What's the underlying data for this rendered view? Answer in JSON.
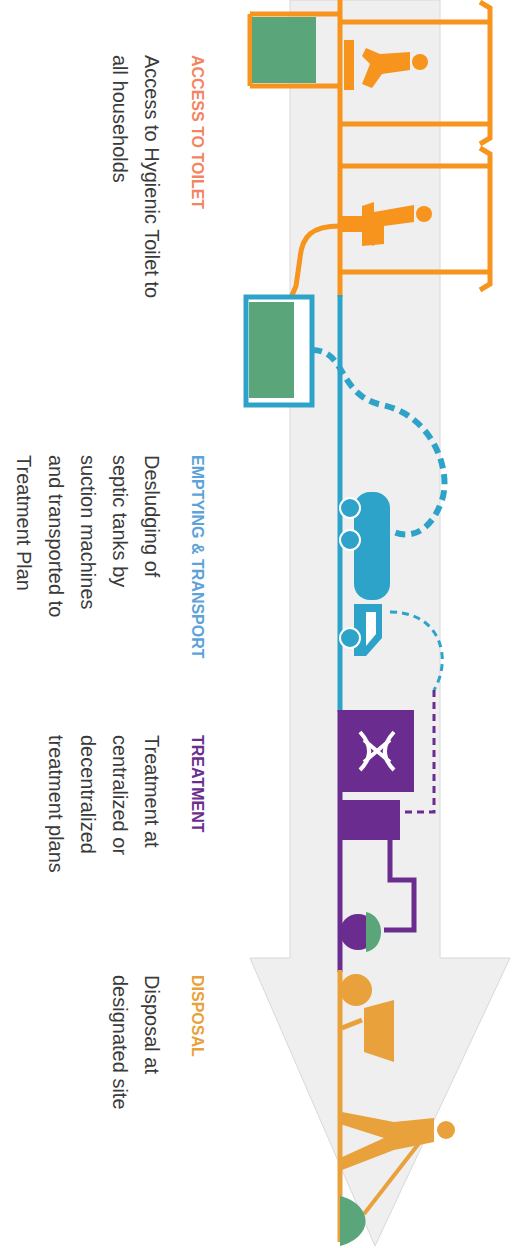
{
  "diagram": {
    "nodes": [
      {
        "text": [
          "ACCESS TO TOILET",
          "Access to Hygienic Toilet to all households"
        ]
      },
      {
        "text": [
          "EMPTYING & TRANSPORT",
          "Desludging of septic tanks by suction machines and transported to Treatment Plan"
        ]
      },
      {
        "text": [
          "TREATMENT",
          "Treatment at centralized or decentralized treatment plans"
        ]
      },
      {
        "text": [
          "DISPOSAL",
          "Disposal at designated site"
        ]
      }
    ]
  }
}
